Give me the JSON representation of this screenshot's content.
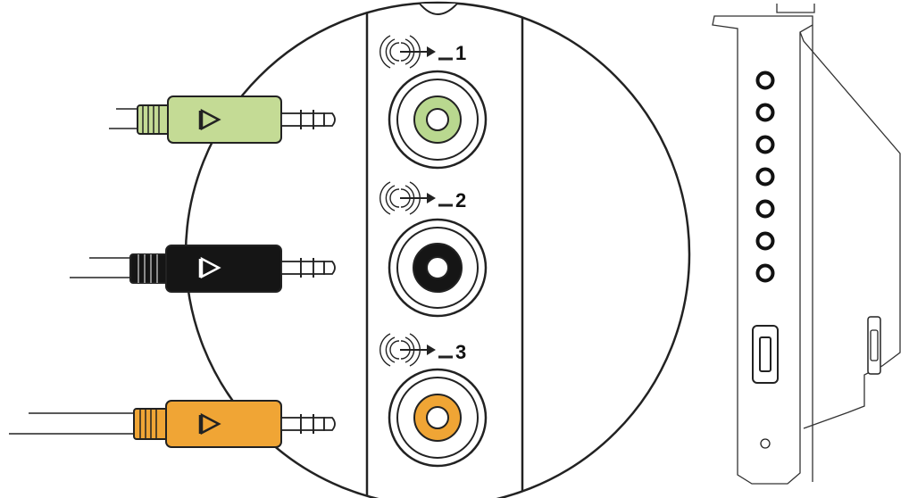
{
  "ports": [
    {
      "number": "1",
      "ring_color": "#b9d88f",
      "plug_color": "#c4db95",
      "icon": "speaker-output-icon"
    },
    {
      "number": "2",
      "ring_color": "#151515",
      "plug_color": "#151515",
      "icon": "speaker-output-icon"
    },
    {
      "number": "3",
      "ring_color": "#f0a535",
      "plug_color": "#f0a535",
      "icon": "speaker-output-icon"
    }
  ],
  "card": {
    "jack_count": 7,
    "connector": "optical-port"
  },
  "plug_marker_icon": "triangle-marker-icon"
}
